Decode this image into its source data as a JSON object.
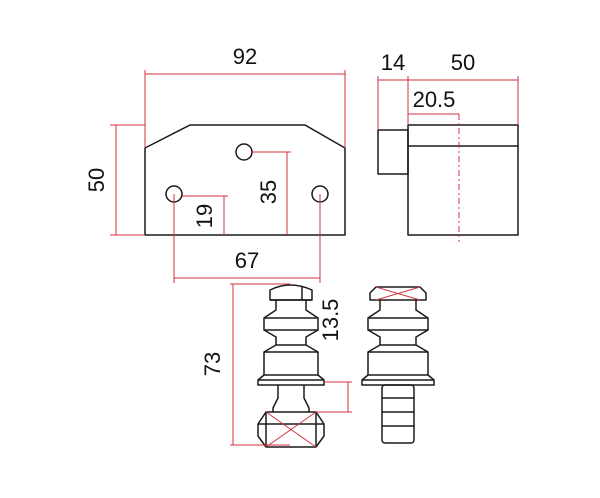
{
  "dimensions": {
    "front_width": "92",
    "front_height": "50",
    "hole_spacing_horizontal": "67",
    "top_hole_offset": "35",
    "side_hole_offset": "19",
    "side_knob_depth": "14",
    "side_body_depth": "50",
    "side_center_offset": "20.5",
    "pin_total_length": "73",
    "pin_head_length": "13.5"
  },
  "colors": {
    "outline": "#1a1a1a",
    "dimension_line": "#d0323c",
    "text": "#111111"
  }
}
